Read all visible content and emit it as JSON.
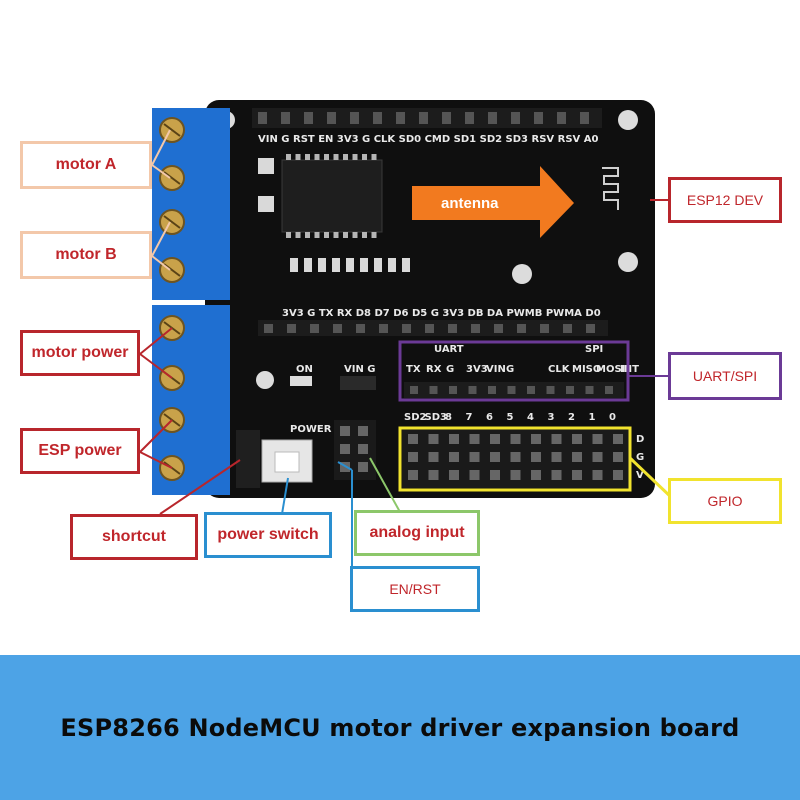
{
  "title": "ESP8266 NodeMCU motor driver expansion board",
  "callouts": {
    "motor_a": "motor A",
    "motor_b": "motor B",
    "motor_power": "motor power",
    "esp_power": "ESP power",
    "shortcut": "shortcut",
    "power_switch": "power switch",
    "analog_input": "analog input",
    "en_rst": "EN/RST",
    "antenna": "antenna",
    "esp12_dev": "ESP12 DEV",
    "uart_spi": "UART/SPI",
    "gpio": "GPIO"
  },
  "board": {
    "top_header": "VIN G RST EN 3V3 G CLK SD0 CMD SD1 SD2 SD3 RSV RSV A0",
    "mid_header": [
      "3V3",
      "G",
      "TX",
      "RX",
      "D8",
      "D7",
      "D6",
      "D5",
      "G",
      "3V3",
      "DB",
      "DA",
      "PWMB",
      "PWMA",
      "D0"
    ],
    "on_label": "ON",
    "vin_g": "VIN  G",
    "uart_title": "UART",
    "spi_title": "SPI",
    "uart_pins": [
      "TX",
      "RX",
      "G",
      "3V3",
      "VIN",
      "G"
    ],
    "spi_pins": [
      "CLK",
      "MISO",
      "MOSI",
      "INT"
    ],
    "power_label": "POWER",
    "gpio_pins": [
      "SD2",
      "SD3",
      "8",
      "7",
      "6",
      "5",
      "4",
      "3",
      "2",
      "1",
      "0"
    ],
    "row_letters": [
      "D",
      "G",
      "V"
    ]
  },
  "colors": {
    "banner": "#4da3e6",
    "pcb": "#0f0f0f",
    "terminal": "#1f6fd1",
    "arrow": "#f27a1f"
  }
}
